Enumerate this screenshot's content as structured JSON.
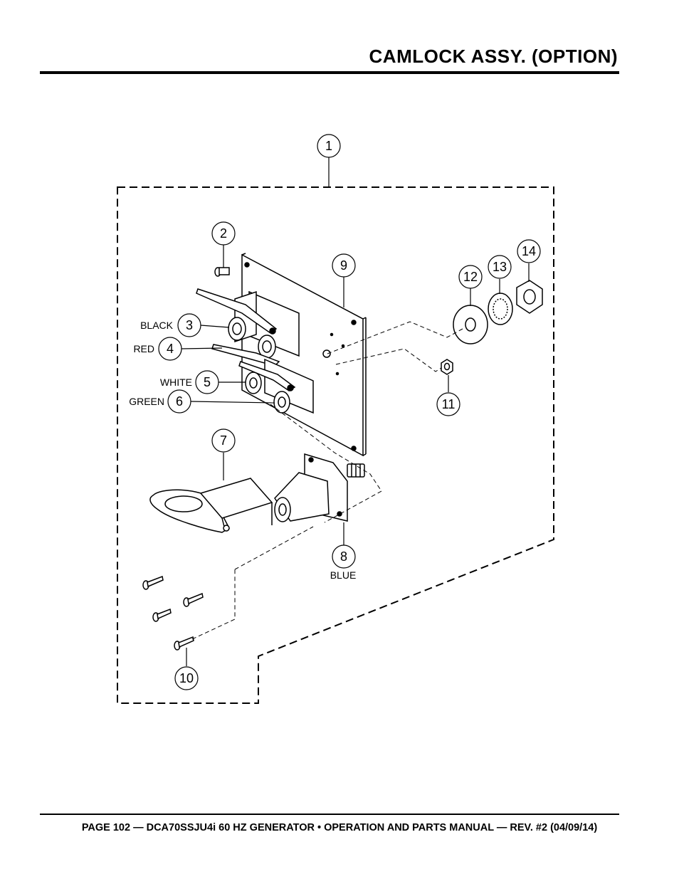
{
  "header": {
    "title": "CAMLOCK ASSY. (OPTION)"
  },
  "callouts": [
    {
      "number": "1"
    },
    {
      "number": "2"
    },
    {
      "number": "3",
      "label": "BLACK"
    },
    {
      "number": "4",
      "label": "RED"
    },
    {
      "number": "5",
      "label": "WHITE"
    },
    {
      "number": "6",
      "label": "GREEN"
    },
    {
      "number": "7"
    },
    {
      "number": "8",
      "label": "BLUE"
    },
    {
      "number": "9"
    },
    {
      "number": "10"
    },
    {
      "number": "11"
    },
    {
      "number": "12"
    },
    {
      "number": "13"
    },
    {
      "number": "14"
    }
  ],
  "footer": {
    "text": "PAGE 102 — DCA70SSJU4i 60 HZ GENERATOR • OPERATION AND PARTS MANUAL — REV. #2 (04/09/14)"
  }
}
